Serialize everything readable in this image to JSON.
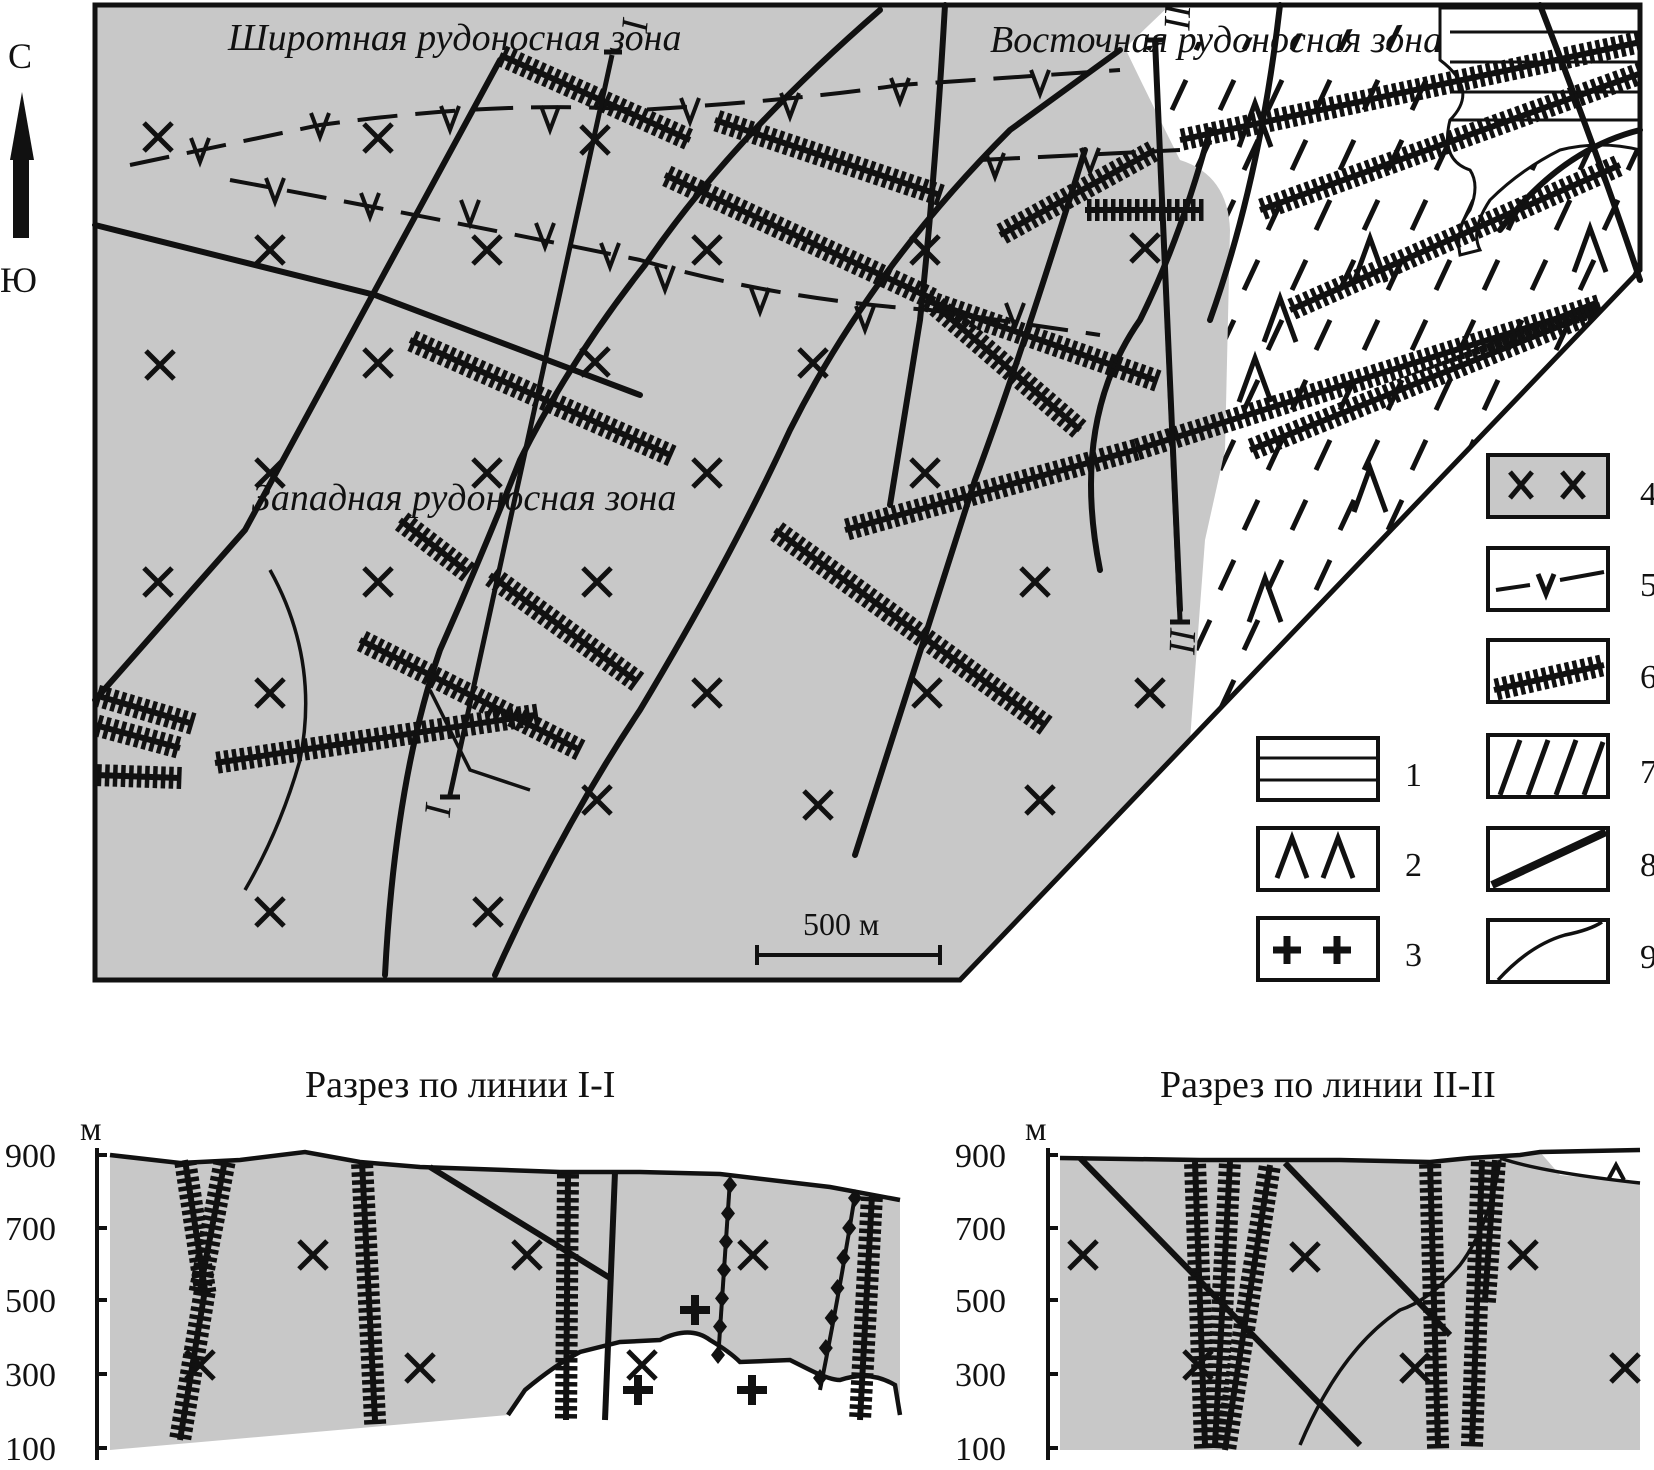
{
  "map": {
    "zones": {
      "latitudinal": "Широтная рудоносная зона",
      "eastern": "Восточная рудоносная зона",
      "western": "Западная рудоносная зона"
    },
    "compass": {
      "north": "С",
      "south": "Ю"
    },
    "scale_bar": "500 м",
    "section_markers": {
      "line_1": "I",
      "line_2": "II"
    }
  },
  "legend": {
    "items": [
      {
        "number": "1",
        "symbol": "horizontal-lines"
      },
      {
        "number": "2",
        "symbol": "carets"
      },
      {
        "number": "3",
        "symbol": "crosses-plus"
      },
      {
        "number": "4",
        "symbol": "crosses-x-on-gray"
      },
      {
        "number": "5",
        "symbol": "dashed-v-line"
      },
      {
        "number": "6",
        "symbol": "hatched-band"
      },
      {
        "number": "7",
        "symbol": "diagonal-hatching"
      },
      {
        "number": "8",
        "symbol": "thick-line"
      },
      {
        "number": "9",
        "symbol": "thin-curve"
      }
    ]
  },
  "sections": {
    "left": {
      "title": "Разрез по линии I-I",
      "unit": "м",
      "ticks": [
        "900",
        "700",
        "500",
        "300",
        "100"
      ]
    },
    "right": {
      "title": "Разрез по линии II-II",
      "unit": "м",
      "ticks": [
        "900",
        "700",
        "500",
        "300",
        "100"
      ]
    }
  },
  "colors": {
    "host_rock": "#c8c8c8",
    "line": "#111111",
    "paper": "#ffffff"
  }
}
